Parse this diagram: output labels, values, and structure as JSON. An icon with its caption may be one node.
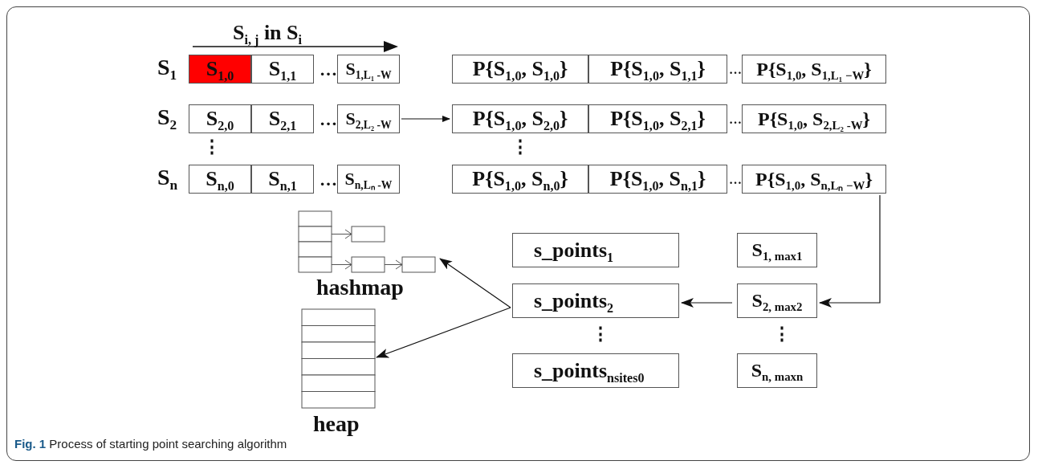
{
  "diagram": {
    "caption": "**Fig. 1** Process of starting point searching algorithm",
    "nodes": [
      {
        "text": [
          "S$_{1,0}$"
        ]
      },
      {
        "text": [
          "S$_{1,1}$"
        ]
      },
      {
        "text": [
          "S$_{1,L₁ -W}$"
        ]
      },
      {
        "text": [
          "S$_{2,0}$"
        ]
      },
      {
        "text": [
          "S$_{2,1}$"
        ]
      },
      {
        "text": [
          "S$_{2,L₂ -W}$"
        ]
      },
      {
        "text": [
          "S$_{n,0}$"
        ]
      },
      {
        "text": [
          "S$_{n,1}$"
        ]
      },
      {
        "text": [
          "S$_{n,Lₙ -W}$"
        ]
      },
      {
        "text": [
          "P{S$_{1,0}$, S$_{1,0}$}"
        ]
      },
      {
        "text": [
          "P{S$_{1,0}$, S$_{1,1}$}"
        ]
      },
      {
        "text": [
          "P{S$_{1,0}$, S$_{1,L₁ −W}$}"
        ]
      },
      {
        "text": [
          "P{S$_{1,0}$, S$_{2,0}$}"
        ]
      },
      {
        "text": [
          "P{S$_{1,0}$, S$_{2,1}$}"
        ]
      },
      {
        "text": [
          "P{S$_{1,0}$, S$_{2,L₂ -W}$}"
        ]
      },
      {
        "text": [
          "P{S$_{1,0}$, S$_{n,0}$}"
        ]
      },
      {
        "text": [
          "P{S$_{1,0}$, S$_{n,1}$}"
        ]
      },
      {
        "text": [
          "P{S$_{1,0}$, S$_{n,Lₙ −W}$}"
        ]
      },
      {
        "text": [
          "s_points$_{1}$"
        ]
      },
      {
        "text": [
          "s_points$_{2}$"
        ]
      },
      {
        "text": [
          "s_points$_{nsites0}$"
        ]
      },
      {
        "text": [
          "S$_{1, max1}$"
        ]
      },
      {
        "text": [
          "S$_{2, max2}$"
        ]
      },
      {
        "text": [
          "S$_{n, maxn}$"
        ]
      },
      {
        "text": [
          "hashmap"
        ]
      },
      {
        "text": [
          "heap"
        ]
      }
    ],
    "edges": [
      {
        "from": 5,
        "to": 12,
        "arrow": "to"
      },
      {
        "from": 17,
        "to": 22,
        "arrow": "to"
      },
      {
        "from": 22,
        "to": 19,
        "arrow": "to"
      },
      {
        "from": 19,
        "to": 24,
        "arrow": "to"
      },
      {
        "from": 19,
        "to": 25,
        "arrow": "to"
      }
    ],
    "labels": [
      "S$_{i, j}$ in S$_{i}$",
      "S$_{1}$",
      "…",
      "…",
      "S$_{2}$",
      "…",
      "…",
      "⋮",
      "⋮",
      "S$_{n}$",
      "…",
      "…",
      "⋮",
      "⋮"
    ]
  }
}
